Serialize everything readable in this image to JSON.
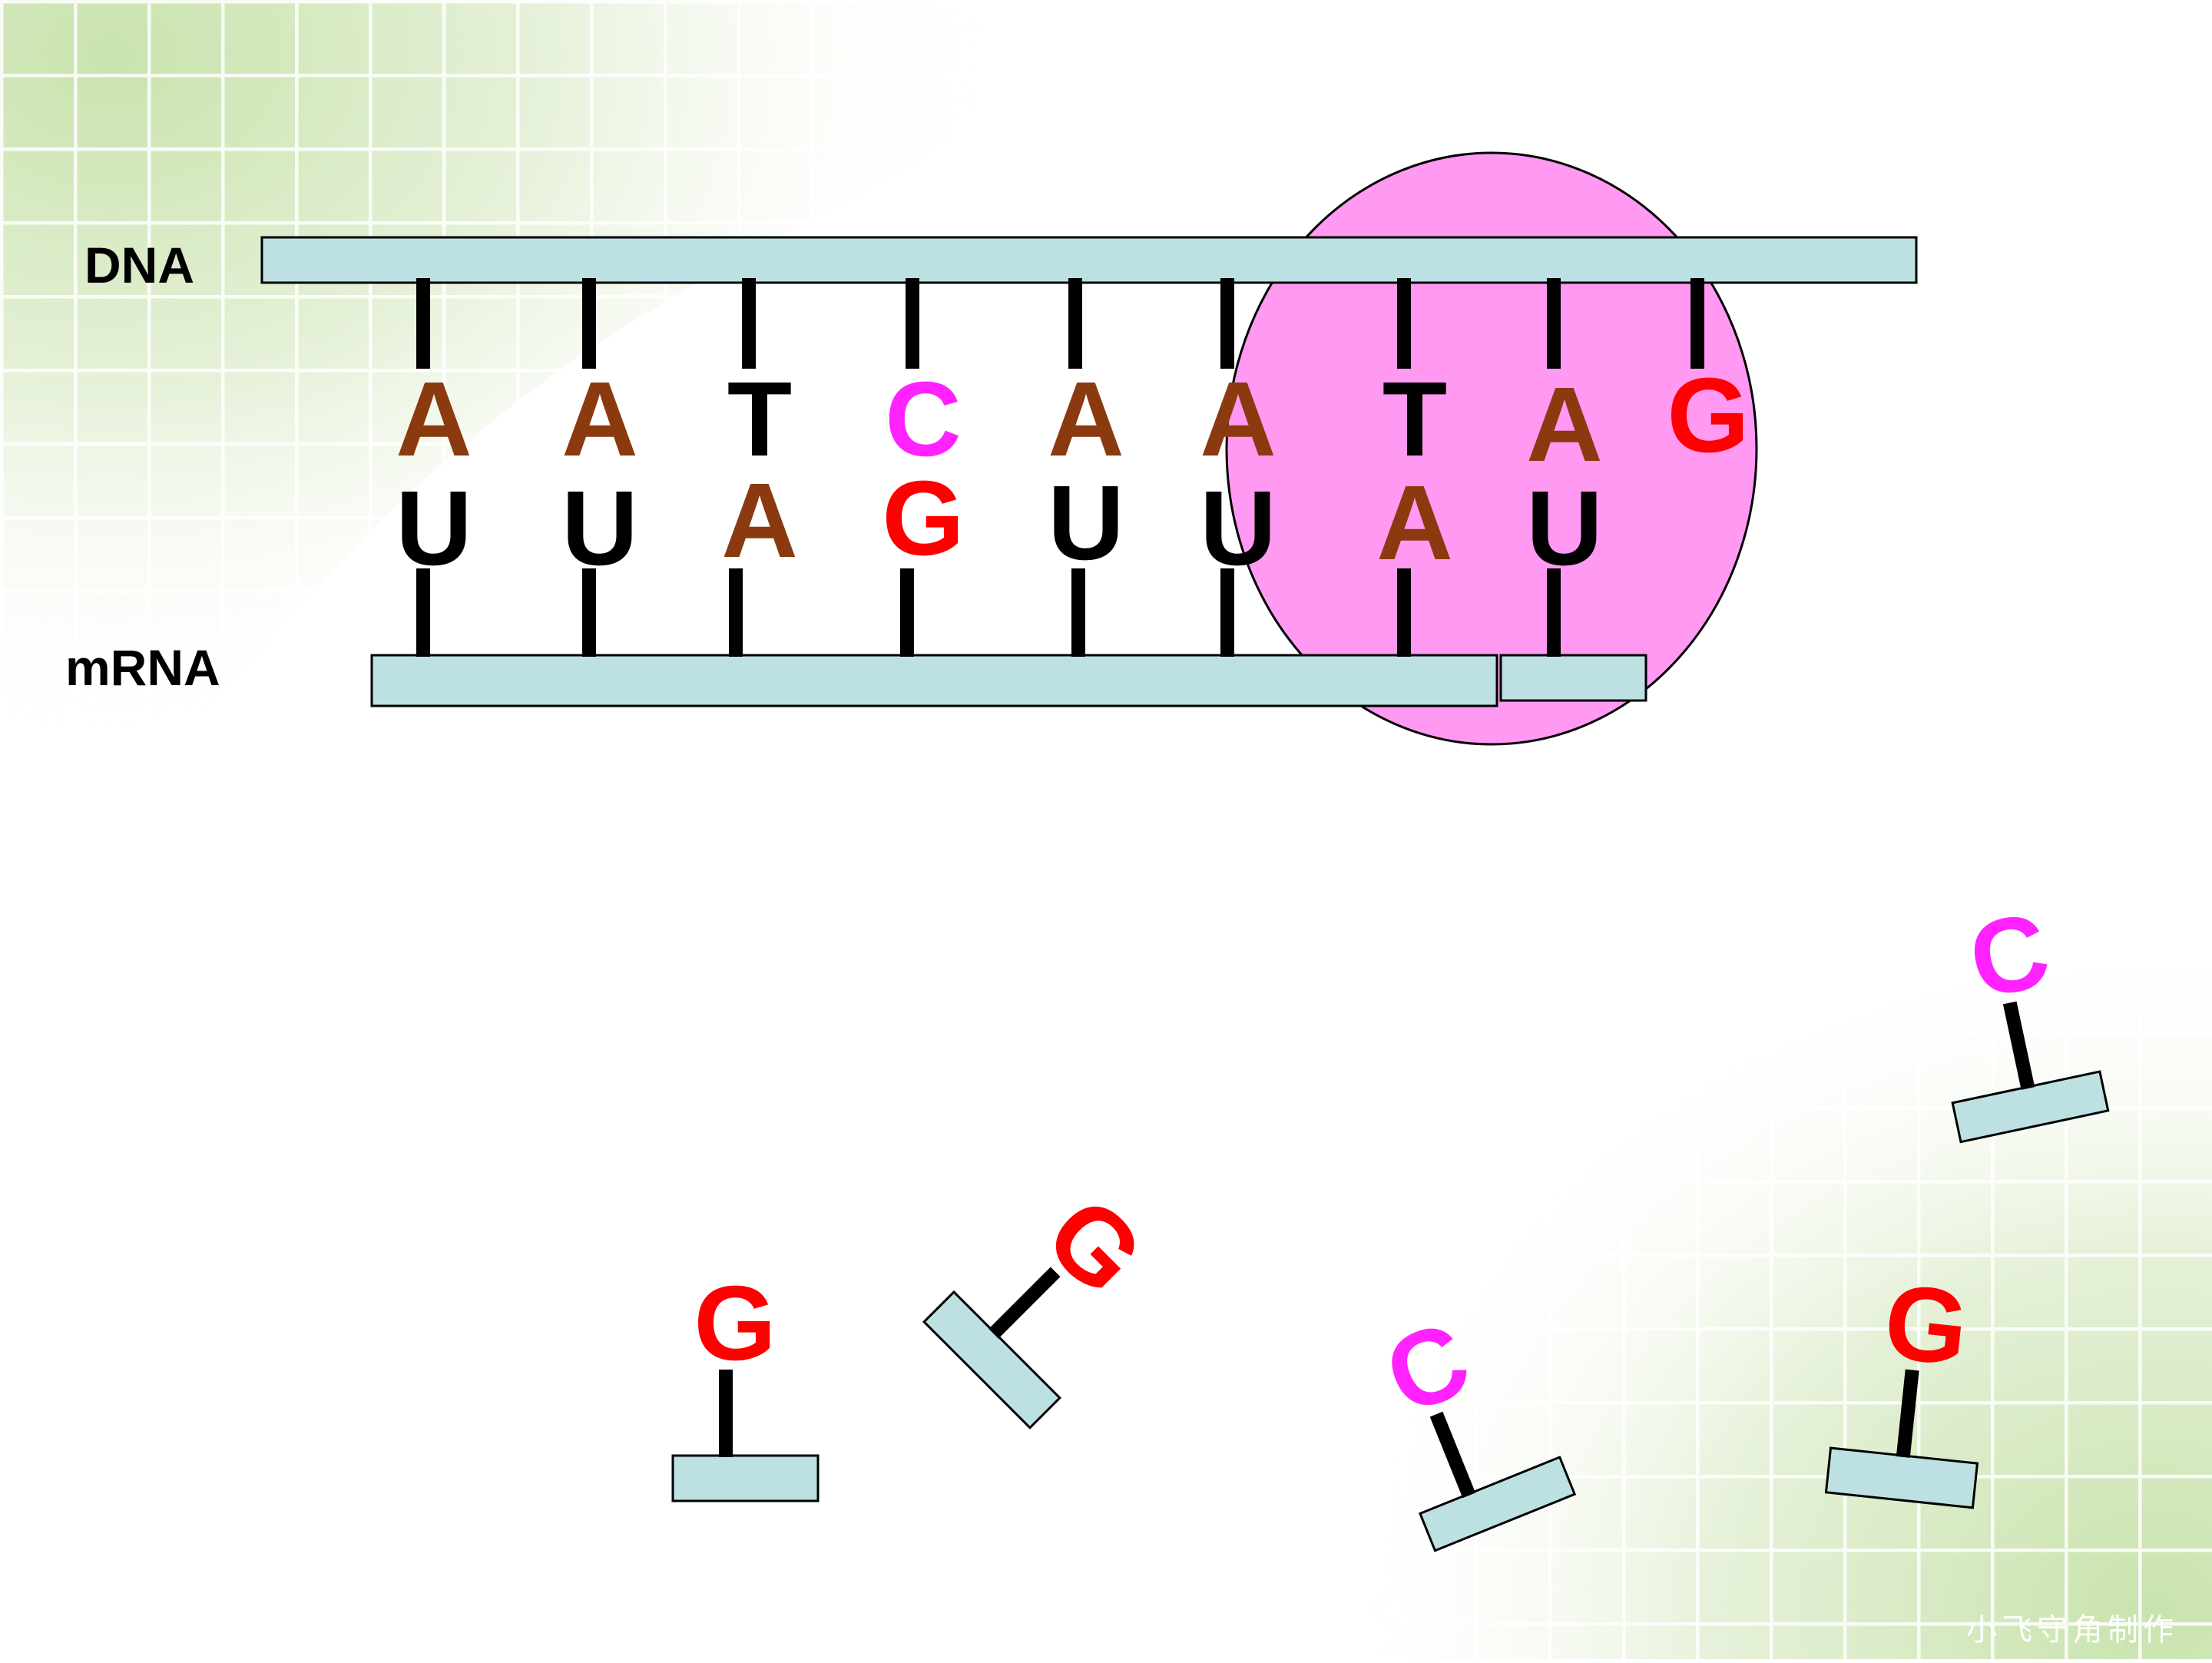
{
  "labels": {
    "dna": "DNA",
    "mrna": "mRNA"
  },
  "dna_bases": [
    "A",
    "A",
    "T",
    "C",
    "A",
    "A",
    "T",
    "A",
    "G"
  ],
  "mrna_bases": [
    "U",
    "U",
    "A",
    "G",
    "U",
    "U",
    "A",
    "U"
  ],
  "free_nucleotides": [
    "C",
    "G",
    "G",
    "C",
    "G"
  ],
  "watermark": "小飞守角制作",
  "colors": {
    "A": "#8b3a10",
    "T": "#000000",
    "U": "#000000",
    "C": "#ff22ff",
    "G": "#ff0000",
    "strand_fill": "#bde1e3",
    "rna_polymerase": "#ff99f2",
    "grid_green": "#cfe6b8"
  }
}
